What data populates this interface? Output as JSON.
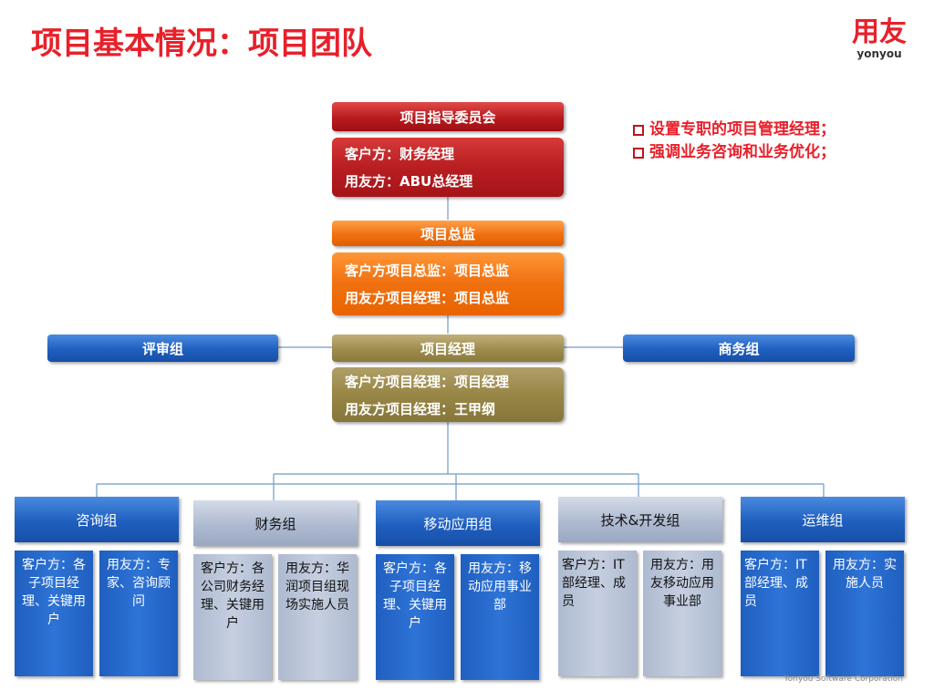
{
  "title": "项目基本情况：项目团队",
  "logo": {
    "cn": "用友",
    "en": "yonyou"
  },
  "notes": [
    "设置专职的项目管理经理；",
    "强调业务咨询和业务优化；"
  ],
  "steering": {
    "label": "项目指导委员会",
    "lines": [
      "客户方：财务经理",
      "用友方：ABU总经理"
    ]
  },
  "director": {
    "label": "项目总监",
    "lines": [
      "客户方项目总监：项目总监",
      "用友方项目经理：项目总监"
    ]
  },
  "manager": {
    "label": "项目经理",
    "lines": [
      "客户方项目经理：项目经理",
      "用友方项目经理：王甲纲"
    ]
  },
  "review_group": "评审组",
  "business_group": "商务组",
  "teams": [
    {
      "label": "咨询组",
      "style": "blue",
      "client": "客户方：各子项目经理、关键用户",
      "yonyou": "用友方：专家、咨询顾问"
    },
    {
      "label": "财务组",
      "style": "grey",
      "client": "客户方：各公司财务经理、关键用户",
      "yonyou": "用友方：华润项目组现场实施人员"
    },
    {
      "label": "移动应用组",
      "style": "blue",
      "client": "客户方：各子项目经理、关键用户",
      "yonyou": "用友方：移动应用事业部"
    },
    {
      "label": "技术&开发组",
      "style": "grey",
      "client": "客户方：IT部经理、成员",
      "yonyou": "用友方：用友移动应用事业部"
    },
    {
      "label": "运维组",
      "style": "blue",
      "client": "客户方：IT部经理、成员",
      "yonyou": "用友方：实施人员"
    }
  ],
  "footer": "Yonyou Software Corporation",
  "colors": {
    "title_red": "#e8202a",
    "steering_red": "#b81e22",
    "director_orange": "#f07010",
    "manager_olive": "#988646",
    "team_blue": "#1f5fbf",
    "team_grey": "#aebad0"
  }
}
